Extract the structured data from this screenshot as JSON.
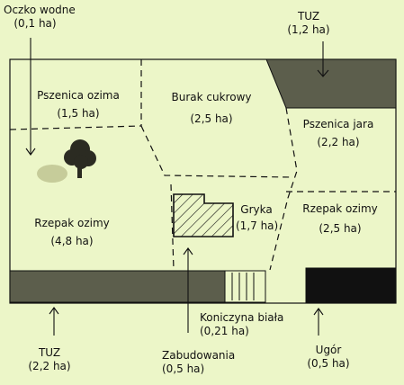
{
  "colors": {
    "background": "#ecf6c8",
    "grassland": "#5c5e4c",
    "fallow": "#111111",
    "pond": "#c6cc9a",
    "tree": "#2b2b22",
    "outline": "#111111"
  },
  "labels": {
    "oczko": {
      "name": "Oczko wodne",
      "area": "(0,1 ha)"
    },
    "tuz_top": {
      "name": "TUZ",
      "area": "(1,2 ha)"
    },
    "pszenica_ozima": {
      "name": "Pszenica ozima",
      "area": "(1,5 ha)"
    },
    "burak": {
      "name": "Burak cukrowy",
      "area": "(2,5 ha)"
    },
    "pszenica_jara": {
      "name": "Pszenica jara",
      "area": "(2,2 ha)"
    },
    "rzepak_left": {
      "name": "Rzepak ozimy",
      "area": "(4,8 ha)"
    },
    "gryka": {
      "name": "Gryka",
      "area": "(1,7 ha)"
    },
    "rzepak_right": {
      "name": "Rzepak ozimy",
      "area": "(2,5 ha)"
    },
    "tuz_bottom": {
      "name": "TUZ",
      "area": "(2,2 ha)"
    },
    "koniczyna": {
      "name": "Koniczyna biała",
      "area": "(0,21 ha)"
    },
    "zabudowania": {
      "name": "Zabudowania",
      "area": "(0,5 ha)"
    },
    "ugor": {
      "name": "Ugór",
      "area": "(0,5 ha)"
    }
  }
}
